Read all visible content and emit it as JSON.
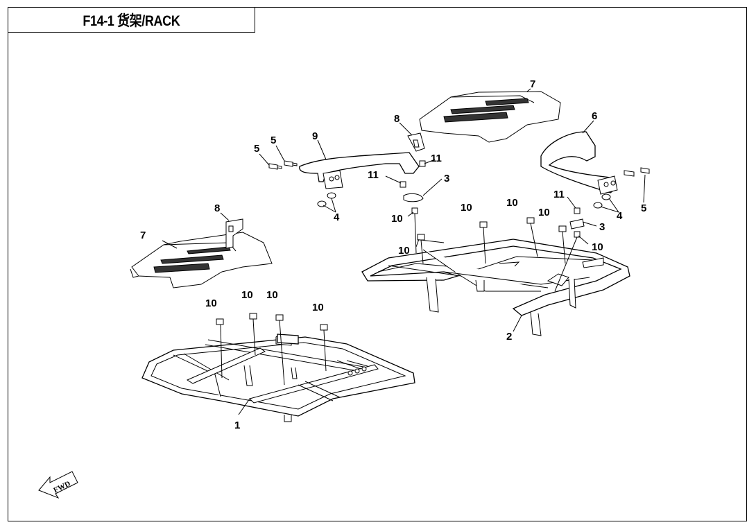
{
  "title": "F14-1 货架/RACK",
  "fwd_label": "FWD",
  "callouts": [
    {
      "id": "c1",
      "text": "1"
    },
    {
      "id": "c2",
      "text": "2"
    },
    {
      "id": "c3a",
      "text": "3"
    },
    {
      "id": "c3b",
      "text": "3"
    },
    {
      "id": "c4a",
      "text": "4"
    },
    {
      "id": "c4b",
      "text": "4"
    },
    {
      "id": "c5a",
      "text": "5"
    },
    {
      "id": "c5b",
      "text": "5"
    },
    {
      "id": "c5c",
      "text": "5"
    },
    {
      "id": "c6",
      "text": "6"
    },
    {
      "id": "c7a",
      "text": "7"
    },
    {
      "id": "c7b",
      "text": "7"
    },
    {
      "id": "c8a",
      "text": "8"
    },
    {
      "id": "c8b",
      "text": "8"
    },
    {
      "id": "c9",
      "text": "9"
    },
    {
      "id": "c10a",
      "text": "10"
    },
    {
      "id": "c10b",
      "text": "10"
    },
    {
      "id": "c10c",
      "text": "10"
    },
    {
      "id": "c10d",
      "text": "10"
    },
    {
      "id": "c10e",
      "text": "10"
    },
    {
      "id": "c10f",
      "text": "10"
    },
    {
      "id": "c10g",
      "text": "10"
    },
    {
      "id": "c10h",
      "text": "10"
    },
    {
      "id": "c10i",
      "text": "10"
    },
    {
      "id": "c10j",
      "text": "10"
    },
    {
      "id": "c11a",
      "text": "11"
    },
    {
      "id": "c11b",
      "text": "11"
    },
    {
      "id": "c11c",
      "text": "11"
    }
  ]
}
